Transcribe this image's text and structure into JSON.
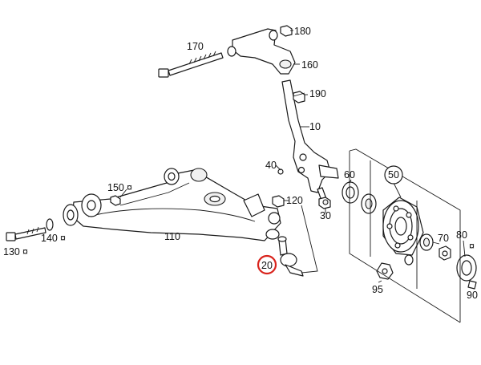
{
  "labels": {
    "p170": "170",
    "p180": "180",
    "p160": "160",
    "p190": "190",
    "p10": "10",
    "p40": "40",
    "p150": "150",
    "p120": "120",
    "p30": "30",
    "p60": "60",
    "p50": "50",
    "p110": "110",
    "p140": "140",
    "p130": "130",
    "p20": "20",
    "p95": "95",
    "p70": "70",
    "p80": "80",
    "p90": "90"
  },
  "marks": {
    "p150": "¤",
    "p140": "¤",
    "p130": "¤",
    "p80": "¤"
  },
  "highlight_color": "#d9231c"
}
